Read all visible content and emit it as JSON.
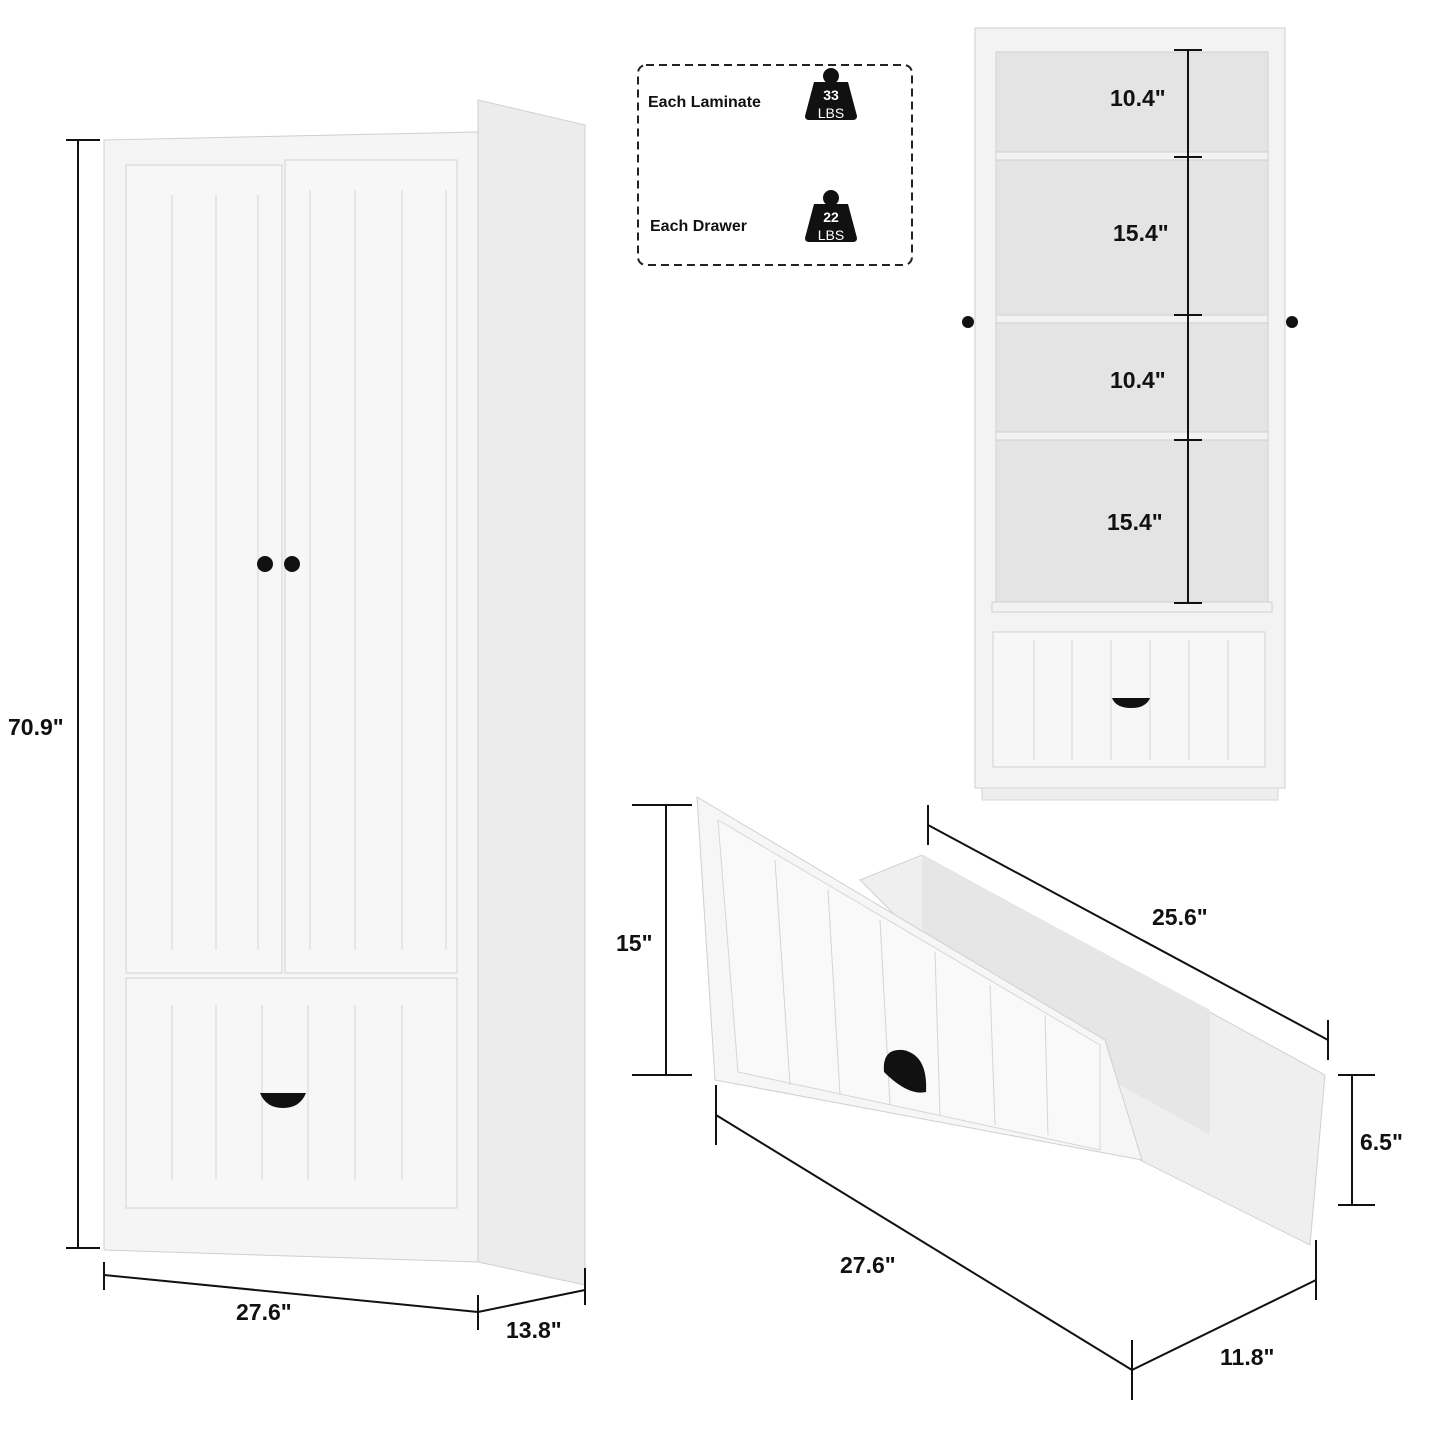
{
  "legend": {
    "items": [
      {
        "label": "Each Laminate",
        "weight": "33",
        "unit": "LBS"
      },
      {
        "label": "Each Drawer",
        "weight": "22",
        "unit": "LBS"
      }
    ]
  },
  "cabinet_dimensions": {
    "height": "70.9\"",
    "width": "27.6\"",
    "depth": "13.8\""
  },
  "shelf_heights": [
    "10.4\"",
    "15.4\"",
    "10.4\"",
    "15.4\""
  ],
  "drawer_dimensions": {
    "height": "15\"",
    "length": "25.6\"",
    "inner_height": "6.5\"",
    "width": "27.6\"",
    "depth": "11.8\""
  },
  "colors": {
    "cabinet": "#f4f4f4",
    "outline": "#cfcfcf",
    "hardware": "#111111"
  }
}
